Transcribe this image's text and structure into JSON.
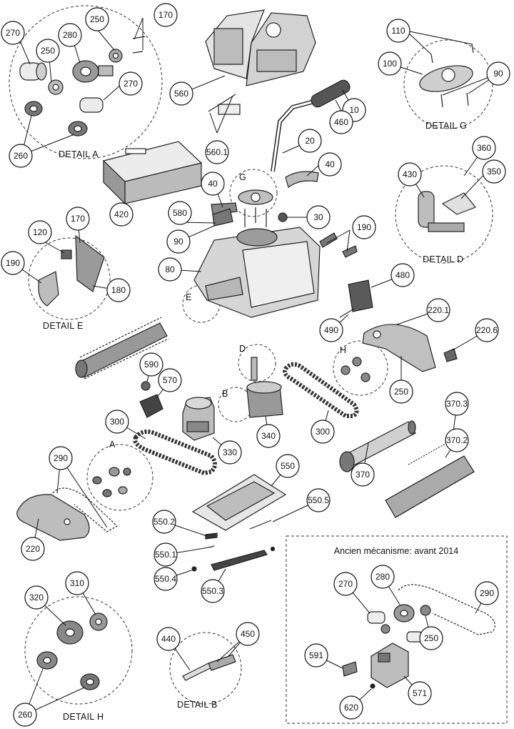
{
  "diagram": {
    "box_title": "Ancien mécanisme: avant 2014",
    "details": {
      "A": "DETAIL A",
      "B": "DETAIL B",
      "D": "DETAIL D",
      "E": "DETAIL E",
      "G": "DETAIL G",
      "H": "DETAIL H"
    },
    "letters": {
      "A": "A",
      "B": "B",
      "D": "D",
      "E": "E",
      "G": "G",
      "H": "H"
    },
    "callouts": {
      "c270a": "270",
      "c250a": "250",
      "c170a": "170",
      "c250b": "250",
      "c280a": "280",
      "c270b": "270",
      "c260a": "260",
      "c110": "110",
      "c100": "100",
      "c90a": "90",
      "c560": "560",
      "c10": "10",
      "c460": "460",
      "c5601": "560.1",
      "c20": "20",
      "c40a": "40",
      "c40b": "40",
      "c360": "360",
      "c430": "430",
      "c350": "350",
      "c420": "420",
      "c580": "580",
      "c90b": "90",
      "c30": "30",
      "c190a": "190",
      "c170b": "170",
      "c120": "120",
      "c190b": "190",
      "c180": "180",
      "c80": "80",
      "c480": "480",
      "c490": "490",
      "c2201": "220.1",
      "c2206": "220.6",
      "c590": "590",
      "c570": "570",
      "c250c": "250",
      "c3703": "370.3",
      "c300a": "300",
      "c330": "330",
      "c340": "340",
      "c300b": "300",
      "c3702": "370.2",
      "c290a": "290",
      "c550": "550",
      "c370": "370",
      "c5505": "550.5",
      "c220": "220",
      "c5502": "550.2",
      "c5501": "550.1",
      "c5504": "550.4",
      "c5503": "550.3",
      "c320": "320",
      "c310": "310",
      "c440": "440",
      "c450": "450",
      "c260b": "260",
      "c270c": "270",
      "c280b": "280",
      "c290b": "290",
      "c250d": "250",
      "c591": "591",
      "c571": "571",
      "c620": "620"
    }
  }
}
